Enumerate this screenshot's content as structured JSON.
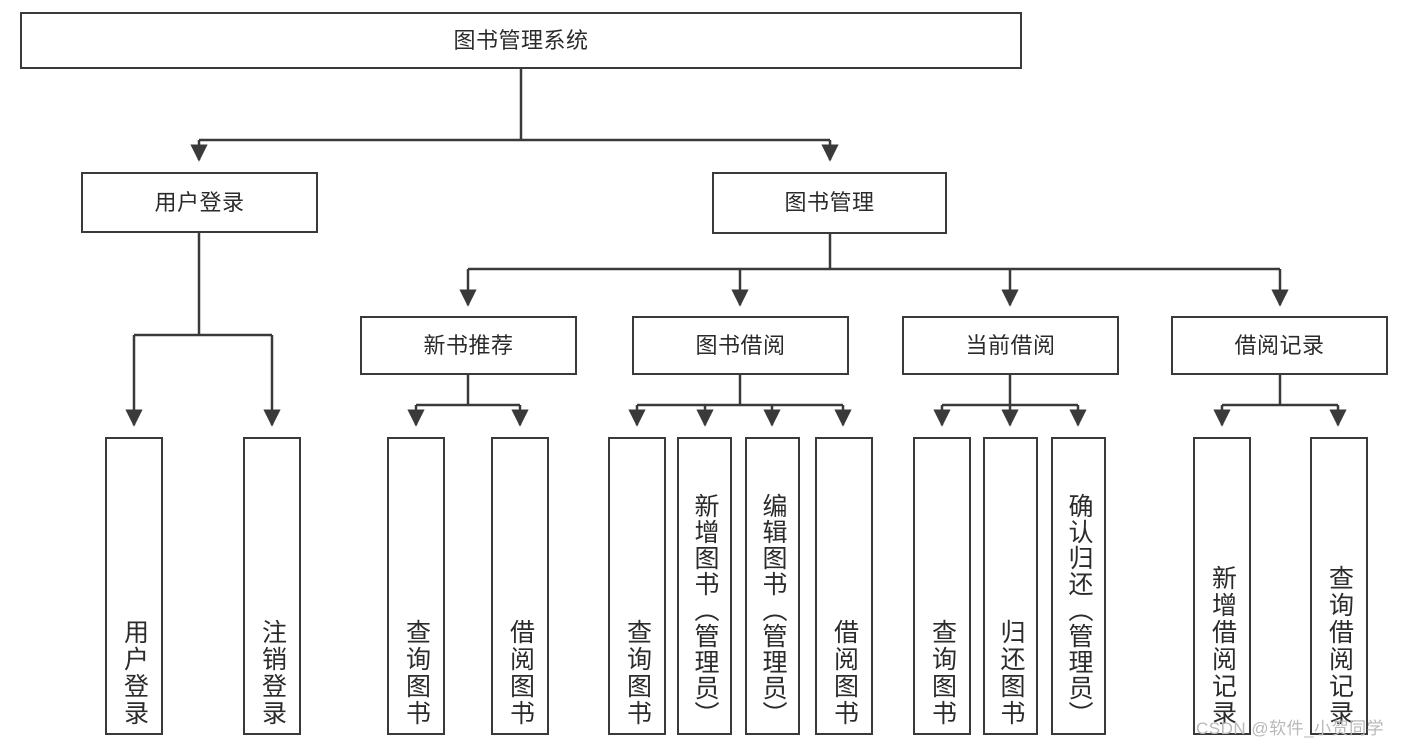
{
  "diagram": {
    "type": "hierarchy-tree",
    "title": "图书管理系统",
    "watermark": "CSDN @软件_小贺同学",
    "colors": {
      "box_border": "#3a3a3a",
      "box_fill": "#ffffff",
      "connector": "#3a3a3a",
      "text": "#2b2b2b",
      "watermark": "#b9b9b9"
    },
    "nodes": {
      "root": {
        "label": "图书管理系统"
      },
      "level1": [
        {
          "label": "用户登录"
        },
        {
          "label": "图书管理"
        }
      ],
      "level2": [
        {
          "label": "新书推荐"
        },
        {
          "label": "图书借阅"
        },
        {
          "label": "当前借阅"
        },
        {
          "label": "借阅记录"
        }
      ],
      "leaves": {
        "user_login": [
          {
            "label": "用户登录"
          },
          {
            "label": "注销登录"
          }
        ],
        "new_book_recommend": [
          {
            "label": "查询图书"
          },
          {
            "label": "借阅图书"
          }
        ],
        "book_borrow": [
          {
            "label": "查询图书"
          },
          {
            "label": "新增图书（管理员）"
          },
          {
            "label": "编辑图书（管理员）"
          },
          {
            "label": "借阅图书"
          }
        ],
        "current_borrow": [
          {
            "label": "查询图书"
          },
          {
            "label": "归还图书"
          },
          {
            "label": "确认归还（管理员）"
          }
        ],
        "borrow_record": [
          {
            "label": "新增借阅记录"
          },
          {
            "label": "查询借阅记录"
          }
        ]
      }
    }
  }
}
